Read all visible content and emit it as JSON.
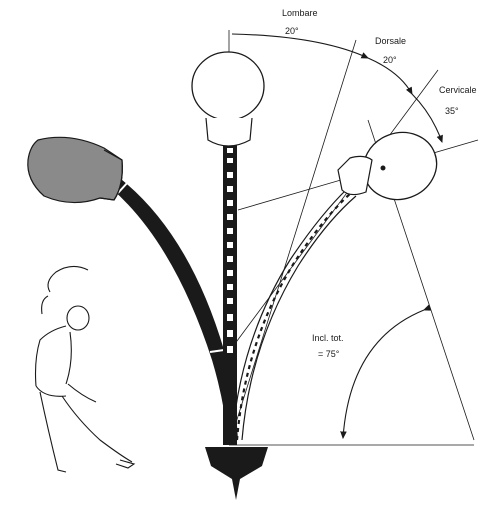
{
  "diagram": {
    "segments": [
      {
        "name": "Lombare",
        "angle": "20°"
      },
      {
        "name": "Dorsale",
        "angle": "20°"
      },
      {
        "name": "Cervicale",
        "angle": "35°"
      }
    ],
    "total": {
      "line1": "Incl. tot.",
      "line2": "= 75°"
    },
    "colors": {
      "ink": "#1a1a1a",
      "shade": "#8a8a8a",
      "white": "#ffffff"
    },
    "icons": [
      "standing-figure-side-bend-icon",
      "head-icon",
      "spine-icon",
      "pelvis-icon"
    ]
  }
}
